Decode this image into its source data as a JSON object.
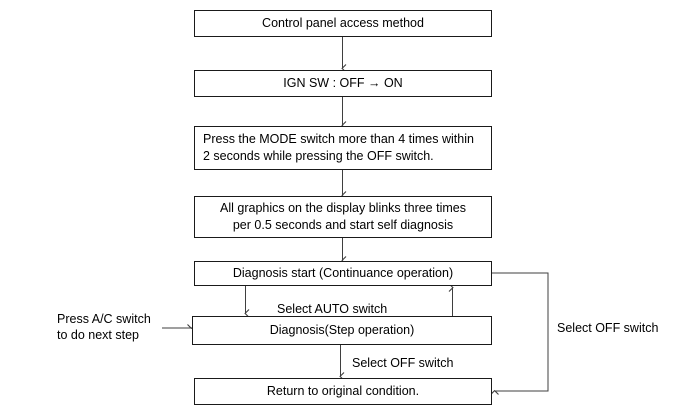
{
  "diagram": {
    "title": "Control panel access method",
    "nodes": [
      {
        "id": "n1",
        "text": "Control panel access method"
      },
      {
        "id": "n2",
        "text": "IGN SW : OFF → ON"
      },
      {
        "id": "n3",
        "text": "Press the MODE switch more than 4 times within\n2 seconds while pressing the OFF switch."
      },
      {
        "id": "n4",
        "text": "All graphics on the display blinks three times\nper 0.5 seconds and start self diagnosis"
      },
      {
        "id": "n5",
        "text": "Diagnosis start (Continuance operation)"
      },
      {
        "id": "n6",
        "text": "Diagnosis(Step operation)"
      },
      {
        "id": "n7",
        "text": "Return to original condition."
      }
    ],
    "edge_labels": [
      {
        "id": "e1",
        "text": "Select AUTO switch"
      },
      {
        "id": "e2",
        "text": "Select OFF switch"
      },
      {
        "id": "e3",
        "text": "Select OFF switch"
      }
    ],
    "annotations": [
      {
        "id": "a1",
        "text": "Press A/C switch\nto do next step"
      }
    ],
    "colors": {
      "background": "#ffffff",
      "box_border": "#1a1a1a",
      "connector": "#3f3f3f",
      "text": "#000000"
    }
  }
}
